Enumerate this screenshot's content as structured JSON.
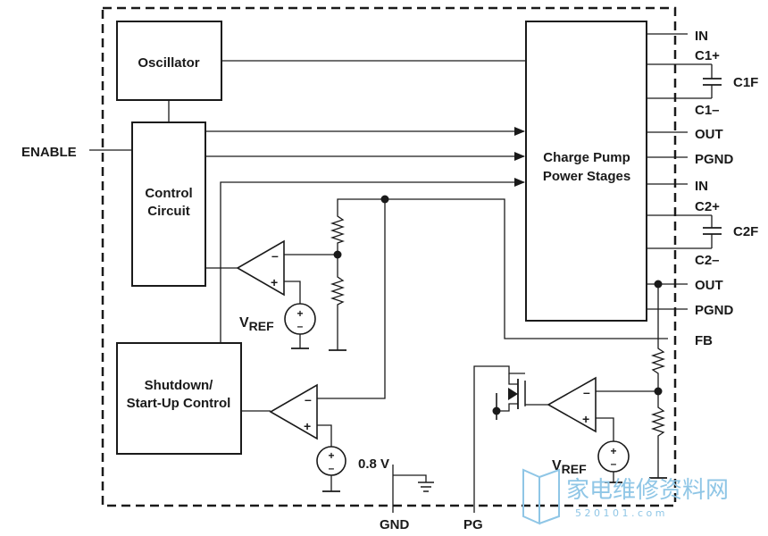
{
  "blocks": {
    "oscillator": "Oscillator",
    "control_line1": "Control",
    "control_line2": "Circuit",
    "charge_pump_line1": "Charge Pump",
    "charge_pump_line2": "Power Stages",
    "shutdown_line1": "Shutdown/",
    "shutdown_line2": "Start-Up Control"
  },
  "pins": {
    "enable": "ENABLE",
    "in1": "IN",
    "c1p": "C1+",
    "c1f": "C1F",
    "c1m": "C1–",
    "out1": "OUT",
    "pgnd1": "PGND",
    "in2": "IN",
    "c2p": "C2+",
    "c2f": "C2F",
    "c2m": "C2–",
    "out2": "OUT",
    "pgnd2": "PGND",
    "fb": "FB",
    "gnd": "GND",
    "pg": "PG"
  },
  "references": {
    "vref_main": "V",
    "vref_sub": "REF",
    "vref2_main": "V",
    "vref2_sub": "REF",
    "v08": "0.8 V"
  },
  "comparator_signs": {
    "minus": "–",
    "plus": "+"
  },
  "source_signs": {
    "plus": "+",
    "minus": "–"
  },
  "watermark": {
    "chinese": "家电维修资料网",
    "domain": "5 2 0 1 0 1 . c o m"
  },
  "colors": {
    "line": "#1a1a1a",
    "watermark": "#8fc6e6"
  }
}
